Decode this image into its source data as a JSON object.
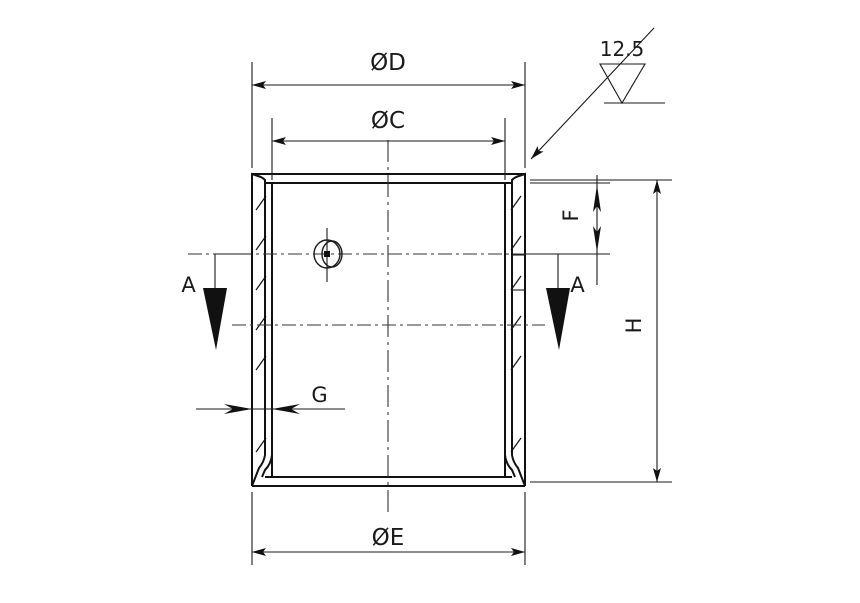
{
  "drawing": {
    "type": "mechanical-cross-section",
    "subject": "flanged-bushing-sleeve",
    "background_color": "#ffffff",
    "line_color": "#1a1a1a"
  },
  "dimensions": {
    "outer_top": {
      "label": "ØD",
      "name": "outer-diameter-top"
    },
    "inner_top": {
      "label": "ØC",
      "name": "inner-diameter-top"
    },
    "outer_bottom": {
      "label": "ØE",
      "name": "outer-diameter-bottom"
    },
    "height": {
      "label": "H",
      "name": "overall-height",
      "rotated": true
    },
    "flange": {
      "label": "F",
      "name": "flange-offset",
      "rotated": true
    },
    "wall": {
      "label": "G",
      "name": "wall-thickness"
    }
  },
  "section_marks": [
    {
      "label": "A",
      "name": "section-mark-a-left",
      "side": "left"
    },
    {
      "label": "A",
      "name": "section-mark-a-right",
      "side": "right"
    }
  ],
  "surface_finish": {
    "value": "12.5",
    "symbol": "triangle",
    "name": "surface-roughness-callout"
  }
}
